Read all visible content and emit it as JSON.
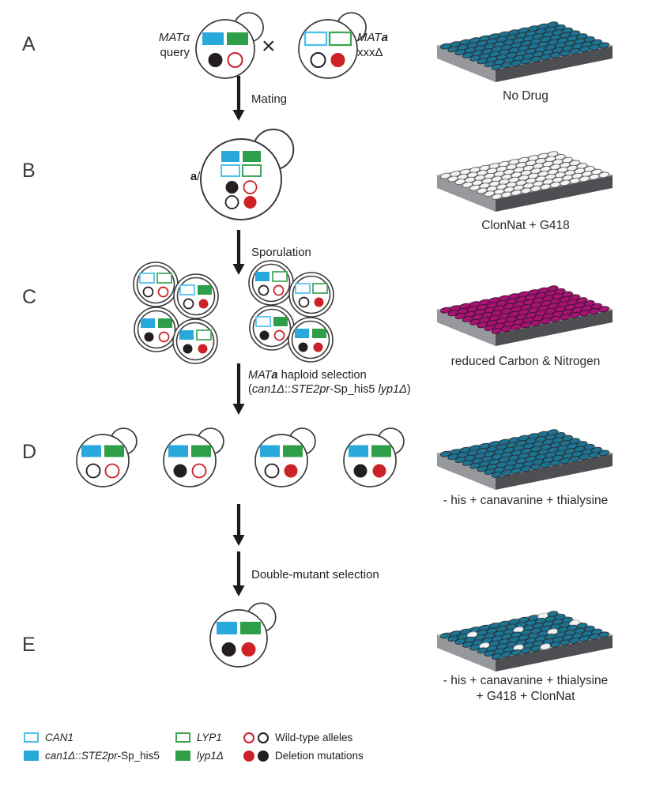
{
  "colors": {
    "blue": "#29a8dc",
    "blue_open": "#4dc0ea",
    "green": "#2f9e48",
    "green_open": "#3da456",
    "red": "#cb2127",
    "black": "#231f20",
    "cell_outline": "#3b3b3b",
    "arrow": "#1b1b1b",
    "plate_top": "#caccce",
    "plate_left": "#97989b",
    "plate_front": "#4e4f52",
    "colony_blue": "#1d7492",
    "colony_blue_stroke": "#233239",
    "colony_white": "#f4f4f4",
    "colony_white_stroke": "#5f6062",
    "colony_magenta": "#a81273",
    "colony_magenta_stroke": "#441036",
    "colony_missing": "#f2f3f4",
    "colony_missing_stroke": "#bcbdbf"
  },
  "panels": {
    "a": {
      "letter": "A",
      "query_line1": [
        {
          "t": "MATα",
          "s": "i"
        }
      ],
      "query_line2": [
        {
          "t": "query",
          "s": ""
        }
      ],
      "cross": "×",
      "array_line1": [
        {
          "t": "MAT",
          "s": "i"
        },
        {
          "t": "a",
          "s": "bi"
        }
      ],
      "array_line2": [
        {
          "t": "xxxΔ",
          "s": ""
        }
      ],
      "query_cell": [
        [
          "b+",
          "g+"
        ],
        [
          "k+",
          "r-"
        ]
      ],
      "array_cell": [
        [
          "b-",
          "g-"
        ],
        [
          "k-",
          "r+"
        ]
      ],
      "plate": {
        "label": "No Drug",
        "colony": "blue"
      }
    },
    "b": {
      "letter": "B",
      "cell_label": [
        {
          "t": "a",
          "s": "b"
        },
        {
          "t": "/α",
          "s": ""
        }
      ],
      "cell_rows": [
        [
          "b+",
          "g+"
        ],
        [
          "b-",
          "g-"
        ],
        [
          "k+",
          "r-"
        ],
        [
          "k-",
          "r+"
        ]
      ],
      "plate": {
        "label": "ClonNat + G418",
        "colony": "white"
      }
    },
    "c": {
      "letter": "C",
      "tetrads": [
        {
          "spores": [
            [
              [
                "b-",
                "g-"
              ],
              [
                "k-",
                "r-"
              ]
            ],
            [
              [
                "b-",
                "g+"
              ],
              [
                "k-",
                "r+"
              ]
            ],
            [
              [
                "b+",
                "g+"
              ],
              [
                "k+",
                "r-"
              ]
            ],
            [
              [
                "b+",
                "g-"
              ],
              [
                "k+",
                "r+"
              ]
            ]
          ]
        },
        {
          "spores": [
            [
              [
                "b+",
                "g-"
              ],
              [
                "k-",
                "r-"
              ]
            ],
            [
              [
                "b-",
                "g-"
              ],
              [
                "k-",
                "r+"
              ]
            ],
            [
              [
                "b-",
                "g+"
              ],
              [
                "k+",
                "r-"
              ]
            ],
            [
              [
                "b+",
                "g+"
              ],
              [
                "k+",
                "r+"
              ]
            ]
          ]
        }
      ],
      "plate": {
        "label": "reduced Carbon & Nitrogen",
        "colony": "magenta"
      }
    },
    "d": {
      "letter": "D",
      "cells": [
        [
          [
            "b+",
            "g+"
          ],
          [
            "k-",
            "r-"
          ]
        ],
        [
          [
            "b+",
            "g+"
          ],
          [
            "k+",
            "r-"
          ]
        ],
        [
          [
            "b+",
            "g+"
          ],
          [
            "k-",
            "r+"
          ]
        ],
        [
          [
            "b+",
            "g+"
          ],
          [
            "k+",
            "r+"
          ]
        ]
      ],
      "plate": {
        "label": "- his + canavanine + thialysine",
        "colony": "blue"
      }
    },
    "e": {
      "letter": "E",
      "cell": [
        [
          "b+",
          "g+"
        ],
        [
          "k+",
          "r+"
        ]
      ],
      "plate": {
        "label1": "- his + canavanine + thialysine",
        "label2": "+ G418 + ClonNat",
        "colony": "blue",
        "missing": [
          [
            0,
            10
          ],
          [
            1,
            2
          ],
          [
            2,
            6
          ],
          [
            3,
            11
          ],
          [
            4,
            1
          ],
          [
            4,
            8
          ],
          [
            6,
            3
          ],
          [
            7,
            5
          ]
        ]
      }
    }
  },
  "flow": {
    "mating": "Mating",
    "sporulation": "Sporulation",
    "haploid_line1": [
      {
        "t": "MAT",
        "s": "i"
      },
      {
        "t": "a",
        "s": "bi"
      },
      {
        "t": " haploid selection",
        "s": ""
      }
    ],
    "haploid_line2": [
      {
        "t": "(",
        "s": ""
      },
      {
        "t": "can1Δ",
        "s": "i"
      },
      {
        "t": "::",
        "s": ""
      },
      {
        "t": "STE2pr",
        "s": "i"
      },
      {
        "t": "-Sp_his5 ",
        "s": ""
      },
      {
        "t": "lyp1Δ",
        "s": "i"
      },
      {
        "t": ")",
        "s": ""
      }
    ],
    "double_mutant": "Double-mutant selection"
  },
  "legend": {
    "items": [
      {
        "swatches": [
          "b-"
        ],
        "shape": "rect",
        "label": [
          {
            "t": "CAN1",
            "s": "i"
          }
        ]
      },
      {
        "swatches": [
          "b+"
        ],
        "shape": "rect",
        "label": [
          {
            "t": "can1Δ",
            "s": "i"
          },
          {
            "t": "::",
            "s": ""
          },
          {
            "t": "STE2pr",
            "s": "i"
          },
          {
            "t": "-Sp_his5",
            "s": ""
          }
        ]
      },
      {
        "swatches": [
          "g-"
        ],
        "shape": "rect",
        "label": [
          {
            "t": "LYP1",
            "s": "i"
          }
        ]
      },
      {
        "swatches": [
          "g+"
        ],
        "shape": "rect",
        "label": [
          {
            "t": "lyp1Δ",
            "s": "i"
          }
        ]
      },
      {
        "swatches": [
          "r-",
          "k-"
        ],
        "shape": "circle",
        "label": [
          {
            "t": "Wild-type alleles",
            "s": ""
          }
        ]
      },
      {
        "swatches": [
          "r+",
          "k+"
        ],
        "shape": "circle",
        "label": [
          {
            "t": "Deletion mutations",
            "s": ""
          }
        ]
      }
    ]
  }
}
